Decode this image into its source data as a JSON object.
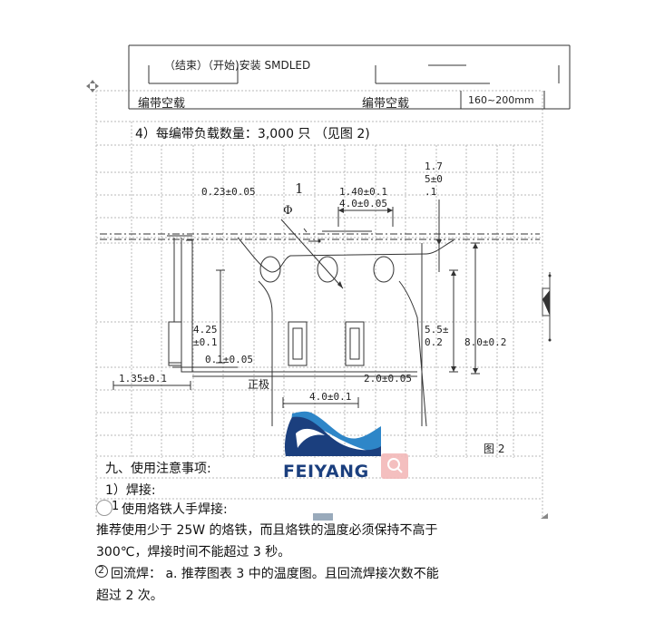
{
  "table": {
    "header_text": "（结束）（开始)安装 SMDLED",
    "col1": "编带空载",
    "col2": "编带空载",
    "col3": "160~200mm"
  },
  "section4": {
    "text": "4）每编带负载数量：3,000 只 （见图 2)"
  },
  "drawing": {
    "dim_023": "0.23±0.05",
    "label_1": "1",
    "phi": "Φ",
    "dim_140": "1.40±0.1",
    "dim_40_top": "4.0±0.05",
    "dim_175_a": "1.7",
    "dim_175_b": "5±0",
    "dim_175_c": ".1",
    "dim_425_a": "4.25",
    "dim_425_b": "±0.1",
    "dim_01": "0.1±0.05",
    "dim_135": "1.35±0.1",
    "dim_55_a": "5.5±",
    "dim_55_b": "0.2",
    "dim_80": "8.0±0.2",
    "dim_20": "2.0±0.05",
    "label_pos": "正极",
    "dim_40_bot": "4.0±0.1",
    "fig_label": "图 2"
  },
  "logo": {
    "text": "FEIYANG"
  },
  "section9": {
    "title": "九、使用注意事项:",
    "item1": "1）焊接:",
    "sub1_num": "1",
    "sub1": "使用烙铁人手焊接:",
    "para1_l1": "推荐使用少于 25W 的烙铁，而且烙铁的温度必须保持不高于",
    "para1_l2": "300℃，焊接时间不能超过 3 秒。",
    "sub2_num": "2",
    "sub2": "回流焊： a. 推荐图表 3 中的温度图。且回流焊接次数不能",
    "sub2_l2": "过 2 次。",
    "sub2_prefix": "超"
  },
  "colors": {
    "logo_blue": "#1b3f7e",
    "logo_light": "#2e86c8",
    "watermark": "#f3b8b8"
  }
}
